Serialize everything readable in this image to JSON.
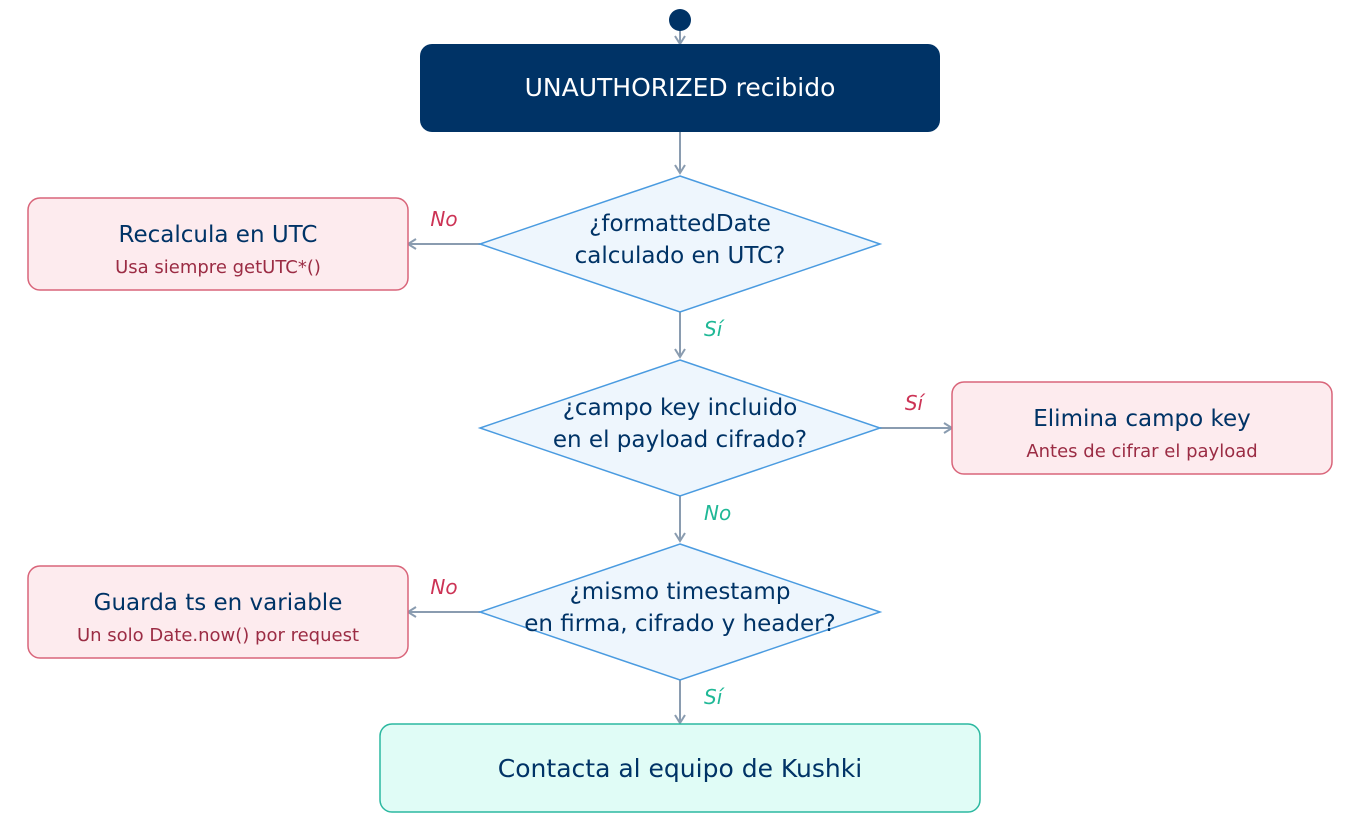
{
  "start": {
    "label": "UNAUTHORIZED recibido"
  },
  "decisions": [
    {
      "lines": [
        "¿formattedDate",
        "calculado en UTC?"
      ]
    },
    {
      "lines": [
        "¿campo key incluido",
        "en el payload cifrado?"
      ]
    },
    {
      "lines": [
        "¿mismo timestamp",
        "en firma, cifrado y header?"
      ]
    }
  ],
  "fixes": [
    {
      "title": "Recalcula en UTC",
      "subtitle": "Usa siempre getUTC*()"
    },
    {
      "title": "Elimina campo key",
      "subtitle": "Antes de cifrar el payload"
    },
    {
      "title": "Guarda ts en variable",
      "subtitle": "Un solo Date.now() por request"
    }
  ],
  "edge_labels": {
    "d1_fix": "No",
    "d1_next": "Sí",
    "d2_fix": "Sí",
    "d2_next": "No",
    "d3_fix": "No",
    "d3_next": "Sí"
  },
  "end": {
    "label": "Contacta al equipo de Kushki"
  },
  "colors": {
    "navy": "#003366",
    "decision_fill": "#eef6fd",
    "decision_stroke": "#4a9be0",
    "fix_fill": "#fdebee",
    "fix_stroke": "#d9657a",
    "fix_subtitle": "#9b2c44",
    "end_fill": "#e0fcf6",
    "end_stroke": "#2bb8a0",
    "edge": "#8a9cb0",
    "label_red": "#cc3355",
    "label_teal": "#1fb896"
  }
}
